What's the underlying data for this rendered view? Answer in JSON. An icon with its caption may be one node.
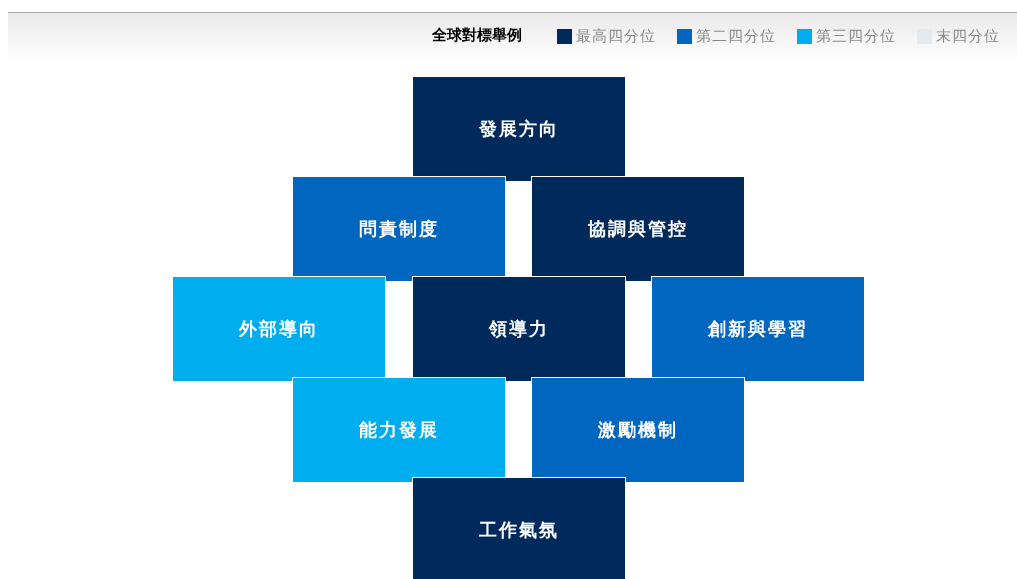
{
  "diagram": {
    "nodes": [
      {
        "text": [
          "發展方向"
        ]
      },
      {
        "text": [
          "問責制度"
        ]
      },
      {
        "text": [
          "協調與管控"
        ]
      },
      {
        "text": [
          "外部導向"
        ]
      },
      {
        "text": [
          "領導力"
        ]
      },
      {
        "text": [
          "創新與學習"
        ]
      },
      {
        "text": [
          "能力發展"
        ]
      },
      {
        "text": [
          "激勵機制"
        ]
      },
      {
        "text": [
          "工作氣氛"
        ]
      }
    ],
    "labels": [
      "全球對標舉例"
    ],
    "legend": [
      {
        "text": "最高四分位",
        "color": "#002a5c"
      },
      {
        "text": "第二四分位",
        "color": "#0066c0"
      },
      {
        "text": "第三四分位",
        "color": "#00adef"
      },
      {
        "text": "末四分位",
        "color": "#e4e9ee"
      }
    ]
  }
}
